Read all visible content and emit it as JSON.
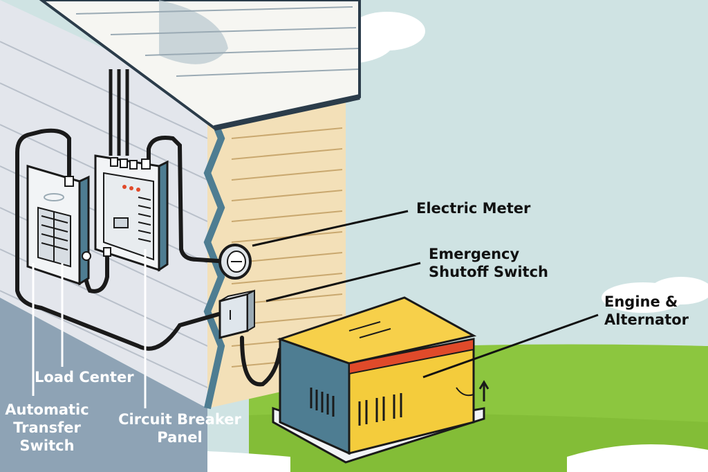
{
  "labels": {
    "electric_meter": "Electric Meter",
    "shutoff_line1": "Emergency",
    "shutoff_line2": "Shutoff Switch",
    "engine_line1": "Engine &",
    "engine_line2": "Alternator",
    "load_center": "Load Center",
    "ats_line1": "Automatic",
    "ats_line2": "Transfer",
    "ats_line3": "Switch",
    "breaker_line1": "Circuit Breaker",
    "breaker_line2": "Panel"
  },
  "colors": {
    "sky": "#cfe3e3",
    "grass": "#8cc63f",
    "wall": "#e3e6ec",
    "siding": "#f3e0b8",
    "roof": "#f6f6f2",
    "generator_top": "#f7d04a",
    "generator_body": "#f4cc3c",
    "generator_side": "#4e7d92",
    "generator_stripe": "#e04a2a",
    "wire": "#1a1a1a"
  }
}
